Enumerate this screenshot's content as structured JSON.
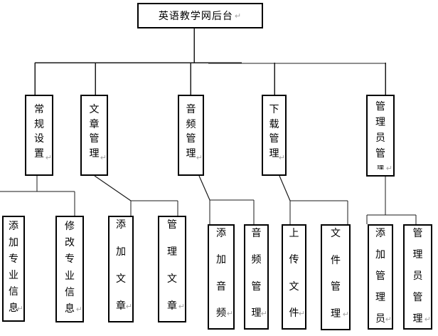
{
  "diagram": {
    "title": "organization chart of english teaching site back-end",
    "root": {
      "label": "英语教学网后台"
    },
    "level2": [
      {
        "label": "常规设置"
      },
      {
        "label": "文章管理"
      },
      {
        "label": "音频管理"
      },
      {
        "label": "下载管理"
      },
      {
        "label": "管理员管理"
      }
    ],
    "level3": [
      {
        "label": "添加专业信息",
        "parent": "常规设置"
      },
      {
        "label": "修改专业信息",
        "parent": "常规设置"
      },
      {
        "label": "添加文章",
        "parent": "文章管理"
      },
      {
        "label": "管理文章",
        "parent": "文章管理"
      },
      {
        "label": "添加音频",
        "parent": "音频管理"
      },
      {
        "label": "音频管理",
        "parent": "音频管理"
      },
      {
        "label": "上传文件",
        "parent": "下载管理"
      },
      {
        "label": "文件管理",
        "parent": "下载管理"
      },
      {
        "label": "添加管理员",
        "parent": "管理员管理"
      },
      {
        "label": "管理员管理",
        "parent": "管理员管理"
      }
    ],
    "marks": {
      "paragraph_return": "↵"
    },
    "colors": {
      "line": "#1a1a1a",
      "gray_line": "#8f8f8f",
      "mark": "#a3a3a3",
      "border": "#000000",
      "background": "#ffffff"
    }
  }
}
